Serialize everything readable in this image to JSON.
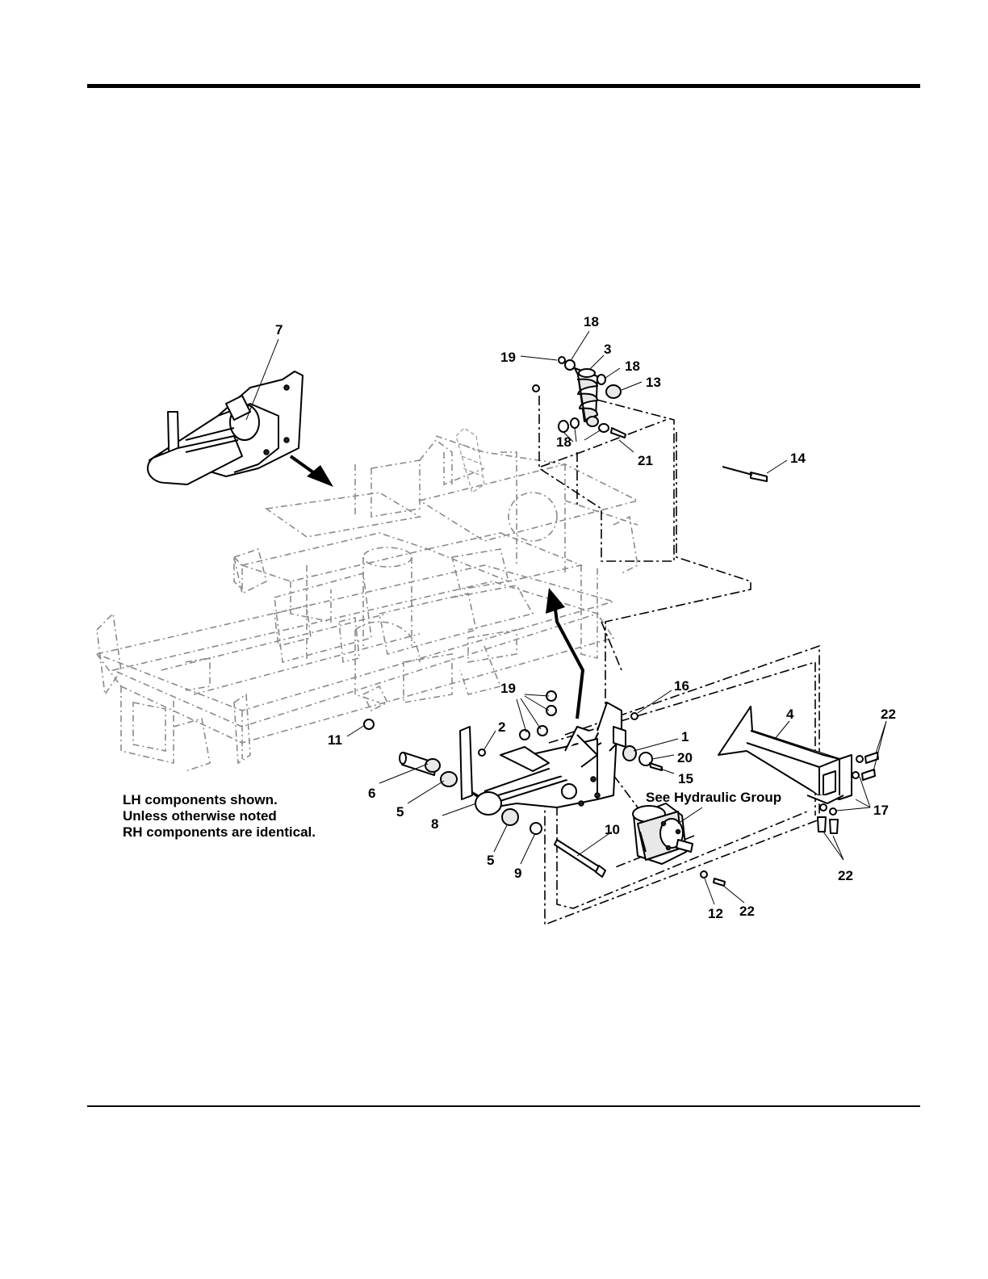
{
  "callouts": {
    "c7": "7",
    "c18a": "18",
    "c3": "3",
    "c19a": "19",
    "c18b": "18",
    "c13": "13",
    "c18c": "18",
    "c21": "21",
    "c14": "14",
    "c19b": "19",
    "c16": "16",
    "c4": "4",
    "c22a": "22",
    "c11": "11",
    "c2": "2",
    "c1": "1",
    "c20": "20",
    "c15": "15",
    "c6": "6",
    "c5a": "5",
    "c8": "8",
    "c17": "17",
    "c10": "10",
    "c5b": "5",
    "c9": "9",
    "c22b": "22",
    "c12": "12",
    "c22c": "22"
  },
  "notes": {
    "line1": "LH components shown.",
    "line2": "Unless otherwise noted",
    "line3": "RH components are identical.",
    "hydraulic": "See Hydraulic Group"
  }
}
